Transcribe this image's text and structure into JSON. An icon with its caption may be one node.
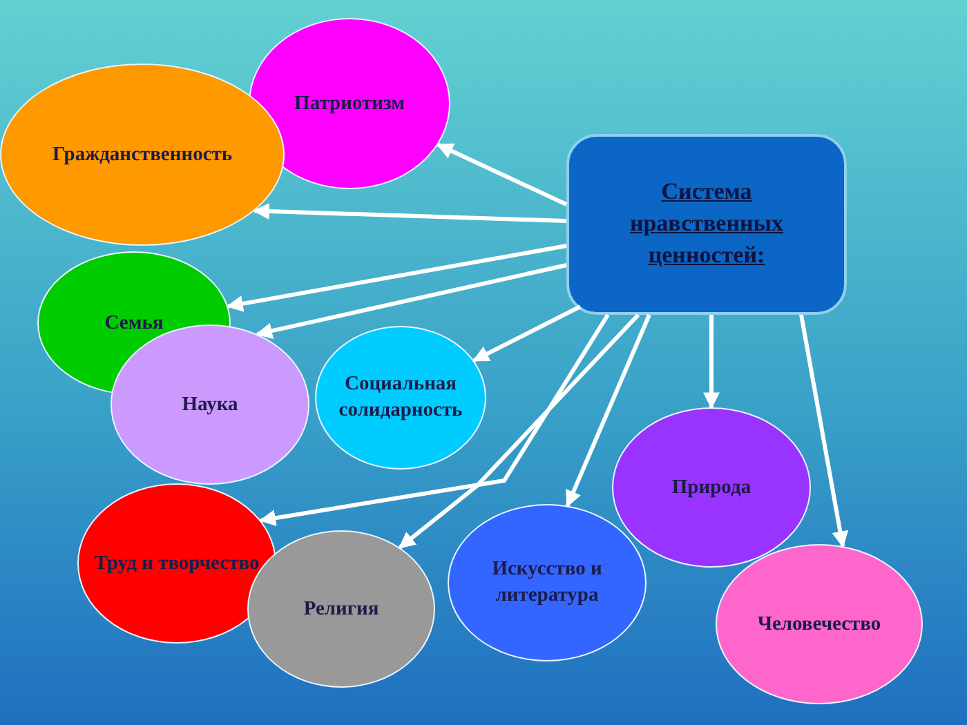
{
  "diagram": {
    "nodes": [
      {
        "text": [
          "Система нравственных ценностей:"
        ]
      },
      {
        "text": [
          "Патриотизм"
        ]
      },
      {
        "text": [
          "Гражданственность"
        ]
      },
      {
        "text": [
          "Семья"
        ]
      },
      {
        "text": [
          "Наука"
        ]
      },
      {
        "text": [
          "Социальная солидарность"
        ]
      },
      {
        "text": [
          "Труд и творчество"
        ]
      },
      {
        "text": [
          "Религия"
        ]
      },
      {
        "text": [
          "Искусство и литература"
        ]
      },
      {
        "text": [
          "Природа"
        ]
      },
      {
        "text": [
          "Человечество"
        ]
      }
    ],
    "edges": [
      {
        "from": 0,
        "to": 1,
        "arrow": "to"
      },
      {
        "from": 0,
        "to": 2,
        "arrow": "to"
      },
      {
        "from": 0,
        "to": 3,
        "arrow": "to"
      },
      {
        "from": 0,
        "to": 4,
        "arrow": "to"
      },
      {
        "from": 0,
        "to": 5,
        "arrow": "to"
      },
      {
        "from": 0,
        "to": 6,
        "arrow": "to"
      },
      {
        "from": 0,
        "to": 7,
        "arrow": "to"
      },
      {
        "from": 0,
        "to": 8,
        "arrow": "to"
      },
      {
        "from": 0,
        "to": 9,
        "arrow": "to"
      },
      {
        "from": 0,
        "to": 10,
        "arrow": "to"
      }
    ]
  }
}
